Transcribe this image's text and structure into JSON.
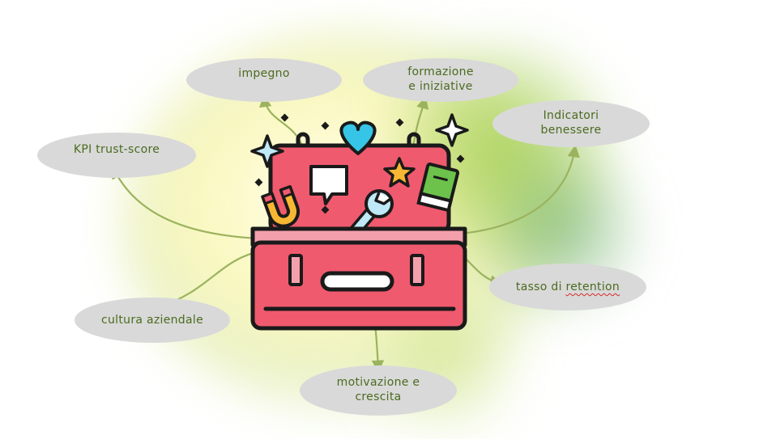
{
  "colors": {
    "bubble_fill": "#d9d9d9",
    "bubble_text": "#4b6b1f",
    "connector": "#9bb35e",
    "toolbox_red": "#f05a6e",
    "outline": "#1a1a1a"
  },
  "icons": [
    "toolbox-icon",
    "heart-icon",
    "sparkle-icon",
    "speech-bubble-icon",
    "wrench-icon",
    "star-icon",
    "book-icon",
    "magnet-icon"
  ],
  "nodes": {
    "impegno": "impegno",
    "formazione": "formazione\ne iniziative",
    "indicatori": "Indicatori\nbenessere",
    "kpi": "KPI trust-score",
    "tasso_prefix": "tasso di ",
    "tasso_word": "retention",
    "cultura": "cultura aziendale",
    "motivazione": "motivazione e\ncrescita"
  }
}
